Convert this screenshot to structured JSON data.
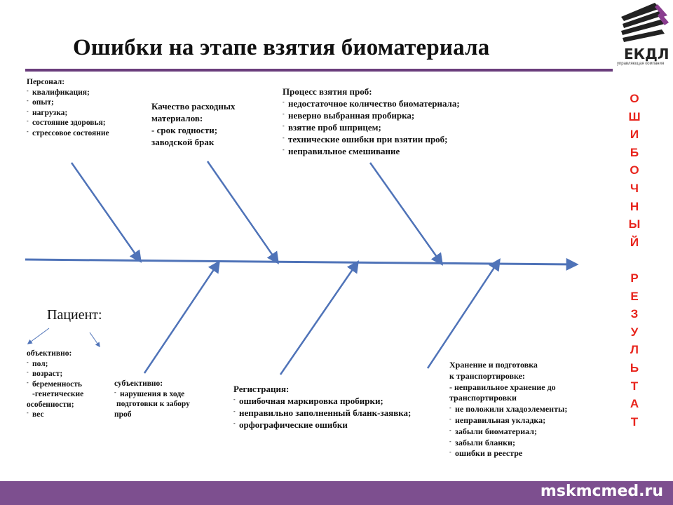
{
  "title": "Ошибки на этапе взятия биоматериала",
  "logo": {
    "text": "ЕКДЛ",
    "subtitle": "управляющая компания"
  },
  "side_word": [
    "О",
    "Ш",
    "И",
    "Б",
    "О",
    "Ч",
    "Н",
    "Ы",
    "Й",
    "",
    "Р",
    "Е",
    "З",
    "У",
    "Л",
    "Ь",
    "Т",
    "А",
    "Т"
  ],
  "personnel": {
    "head": "Персонал:",
    "items": [
      "квалификация;",
      "опыт;",
      "нагрузка;",
      "состояние здоровья;",
      "стрессовое состояние"
    ]
  },
  "supplies": {
    "lines": [
      "Качество расходных",
      "материалов:",
      "- срок годности;",
      "заводской брак"
    ]
  },
  "process": {
    "head": "Процесс взятия проб:",
    "items": [
      "недостаточное количество биоматериала;",
      "неверно выбранная пробирка;",
      "взятие проб шприцем;",
      "технические ошибки при взятии проб;",
      "неправильное смешивание"
    ]
  },
  "patient": {
    "label": "Пациент:",
    "objective_head": "объективно:",
    "objective_items": [
      "пол;",
      "возраст;",
      "беременность"
    ],
    "objective_tail": [
      "-генетические",
      "особенности;"
    ],
    "objective_last": "вес",
    "subjective_head": "субъективно:",
    "subjective_item": "нарушения в ходе",
    "subjective_tail": [
      "подготовки к забору",
      "проб"
    ]
  },
  "registration": {
    "head": "Регистрация:",
    "items": [
      "ошибочная маркировка пробирки;",
      "неправильно заполненный бланк-заявка;",
      "орфографические ошибки"
    ]
  },
  "storage": {
    "head_lines": [
      "Хранение и подготовка",
      "к транспортировке:",
      "- неправильное хранение до",
      "транспортировки"
    ],
    "items": [
      "не положили хладоэлементы;",
      "неправильная укладка;",
      "забыли биоматериал;",
      "забыли бланки;",
      "ошибки в реестре"
    ]
  },
  "footer": {
    "site": "mskmcmed.ru"
  },
  "colors": {
    "arrow": "#4f73b8",
    "accent": "#7d4f8f",
    "side_word": "#e8251d",
    "rule": "#6a3d7c"
  }
}
